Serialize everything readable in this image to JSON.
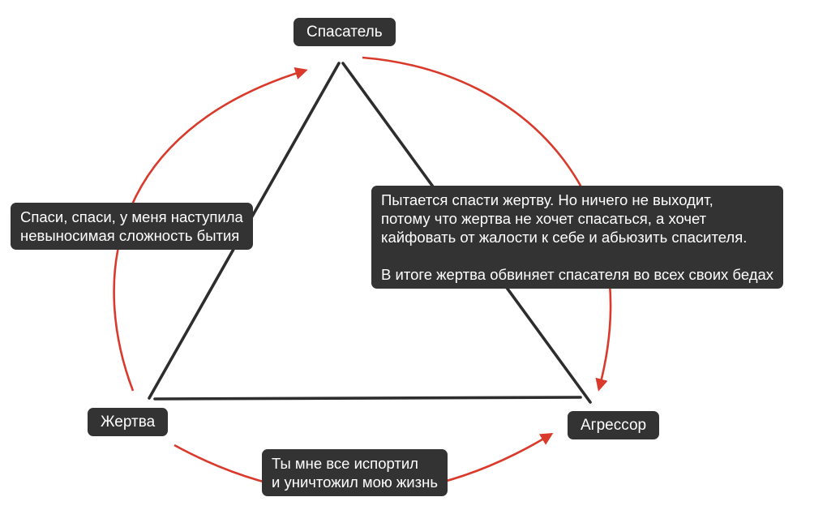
{
  "diagram": {
    "type": "drama-triangle",
    "nodes": {
      "rescuer": {
        "label": "Спасатель"
      },
      "victim": {
        "label": "Жертва"
      },
      "aggressor": {
        "label": "Агрессор"
      }
    },
    "callouts": {
      "victim_plea": {
        "lines": [
          "Спаси, спаси, у меня наступила",
          "невыносимая сложность бытия"
        ]
      },
      "rescuer_outcome": {
        "lines": [
          "Пытается спасти жертву. Но ничего не выходит,",
          "потому что жертва не хочет спасаться, а хочет",
          "кайфовать от жалости к себе и абьюзить спасителя.",
          "",
          "В итоге жертва обвиняет спасателя во всех своих бедах"
        ]
      },
      "victim_blame": {
        "lines": [
          "Ты мне все испортил",
          "и уничтожил мою жизнь"
        ]
      }
    },
    "edges": [
      {
        "from": "Жертва",
        "to": "Спасатель",
        "style": "red-curved-arrow"
      },
      {
        "from": "Спасатель",
        "to": "Агрессор",
        "style": "red-curved-arrow"
      },
      {
        "from": "Жертва",
        "to": "Агрессор",
        "style": "red-curved-arrow"
      }
    ],
    "colors": {
      "arrow_red": "#d93a2b",
      "box_bg": "#333333",
      "box_text": "#ffffff",
      "triangle_line": "#2d2d2d",
      "background": "#ffffff"
    }
  }
}
